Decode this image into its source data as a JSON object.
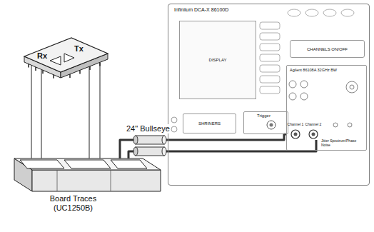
{
  "diagram": {
    "nodes": [
      {
        "text": [
          "Rx",
          "Tx"
        ]
      },
      {
        "text": [
          "Board Traces (UC1250B)"
        ]
      },
      {
        "text": [
          "Infiniium DCA-X 86100D"
        ]
      },
      {
        "text": [
          "DISPLAY"
        ],
        "in": 2
      },
      {
        "text": [
          "CHANNELS ON/OFF"
        ],
        "in": 2
      },
      {
        "text": [
          "Agilent 86108A 32GHz BW"
        ],
        "in": 2
      },
      {
        "text": [
          "SHRINERS"
        ],
        "in": 2
      },
      {
        "text": [
          "Trigger"
        ],
        "in": 2
      },
      {
        "text": [
          "Channel 1"
        ],
        "in": 5
      },
      {
        "text": [
          "Channel 2"
        ],
        "in": 5
      }
    ],
    "edges": [
      {
        "from": 1,
        "to": 8,
        "arrow": "none",
        "label": "24\" Bullseye"
      },
      {
        "from": 1,
        "to": 9,
        "arrow": "none"
      }
    ],
    "labels": [
      "Jitter Spectrum/Phase Noise"
    ]
  }
}
